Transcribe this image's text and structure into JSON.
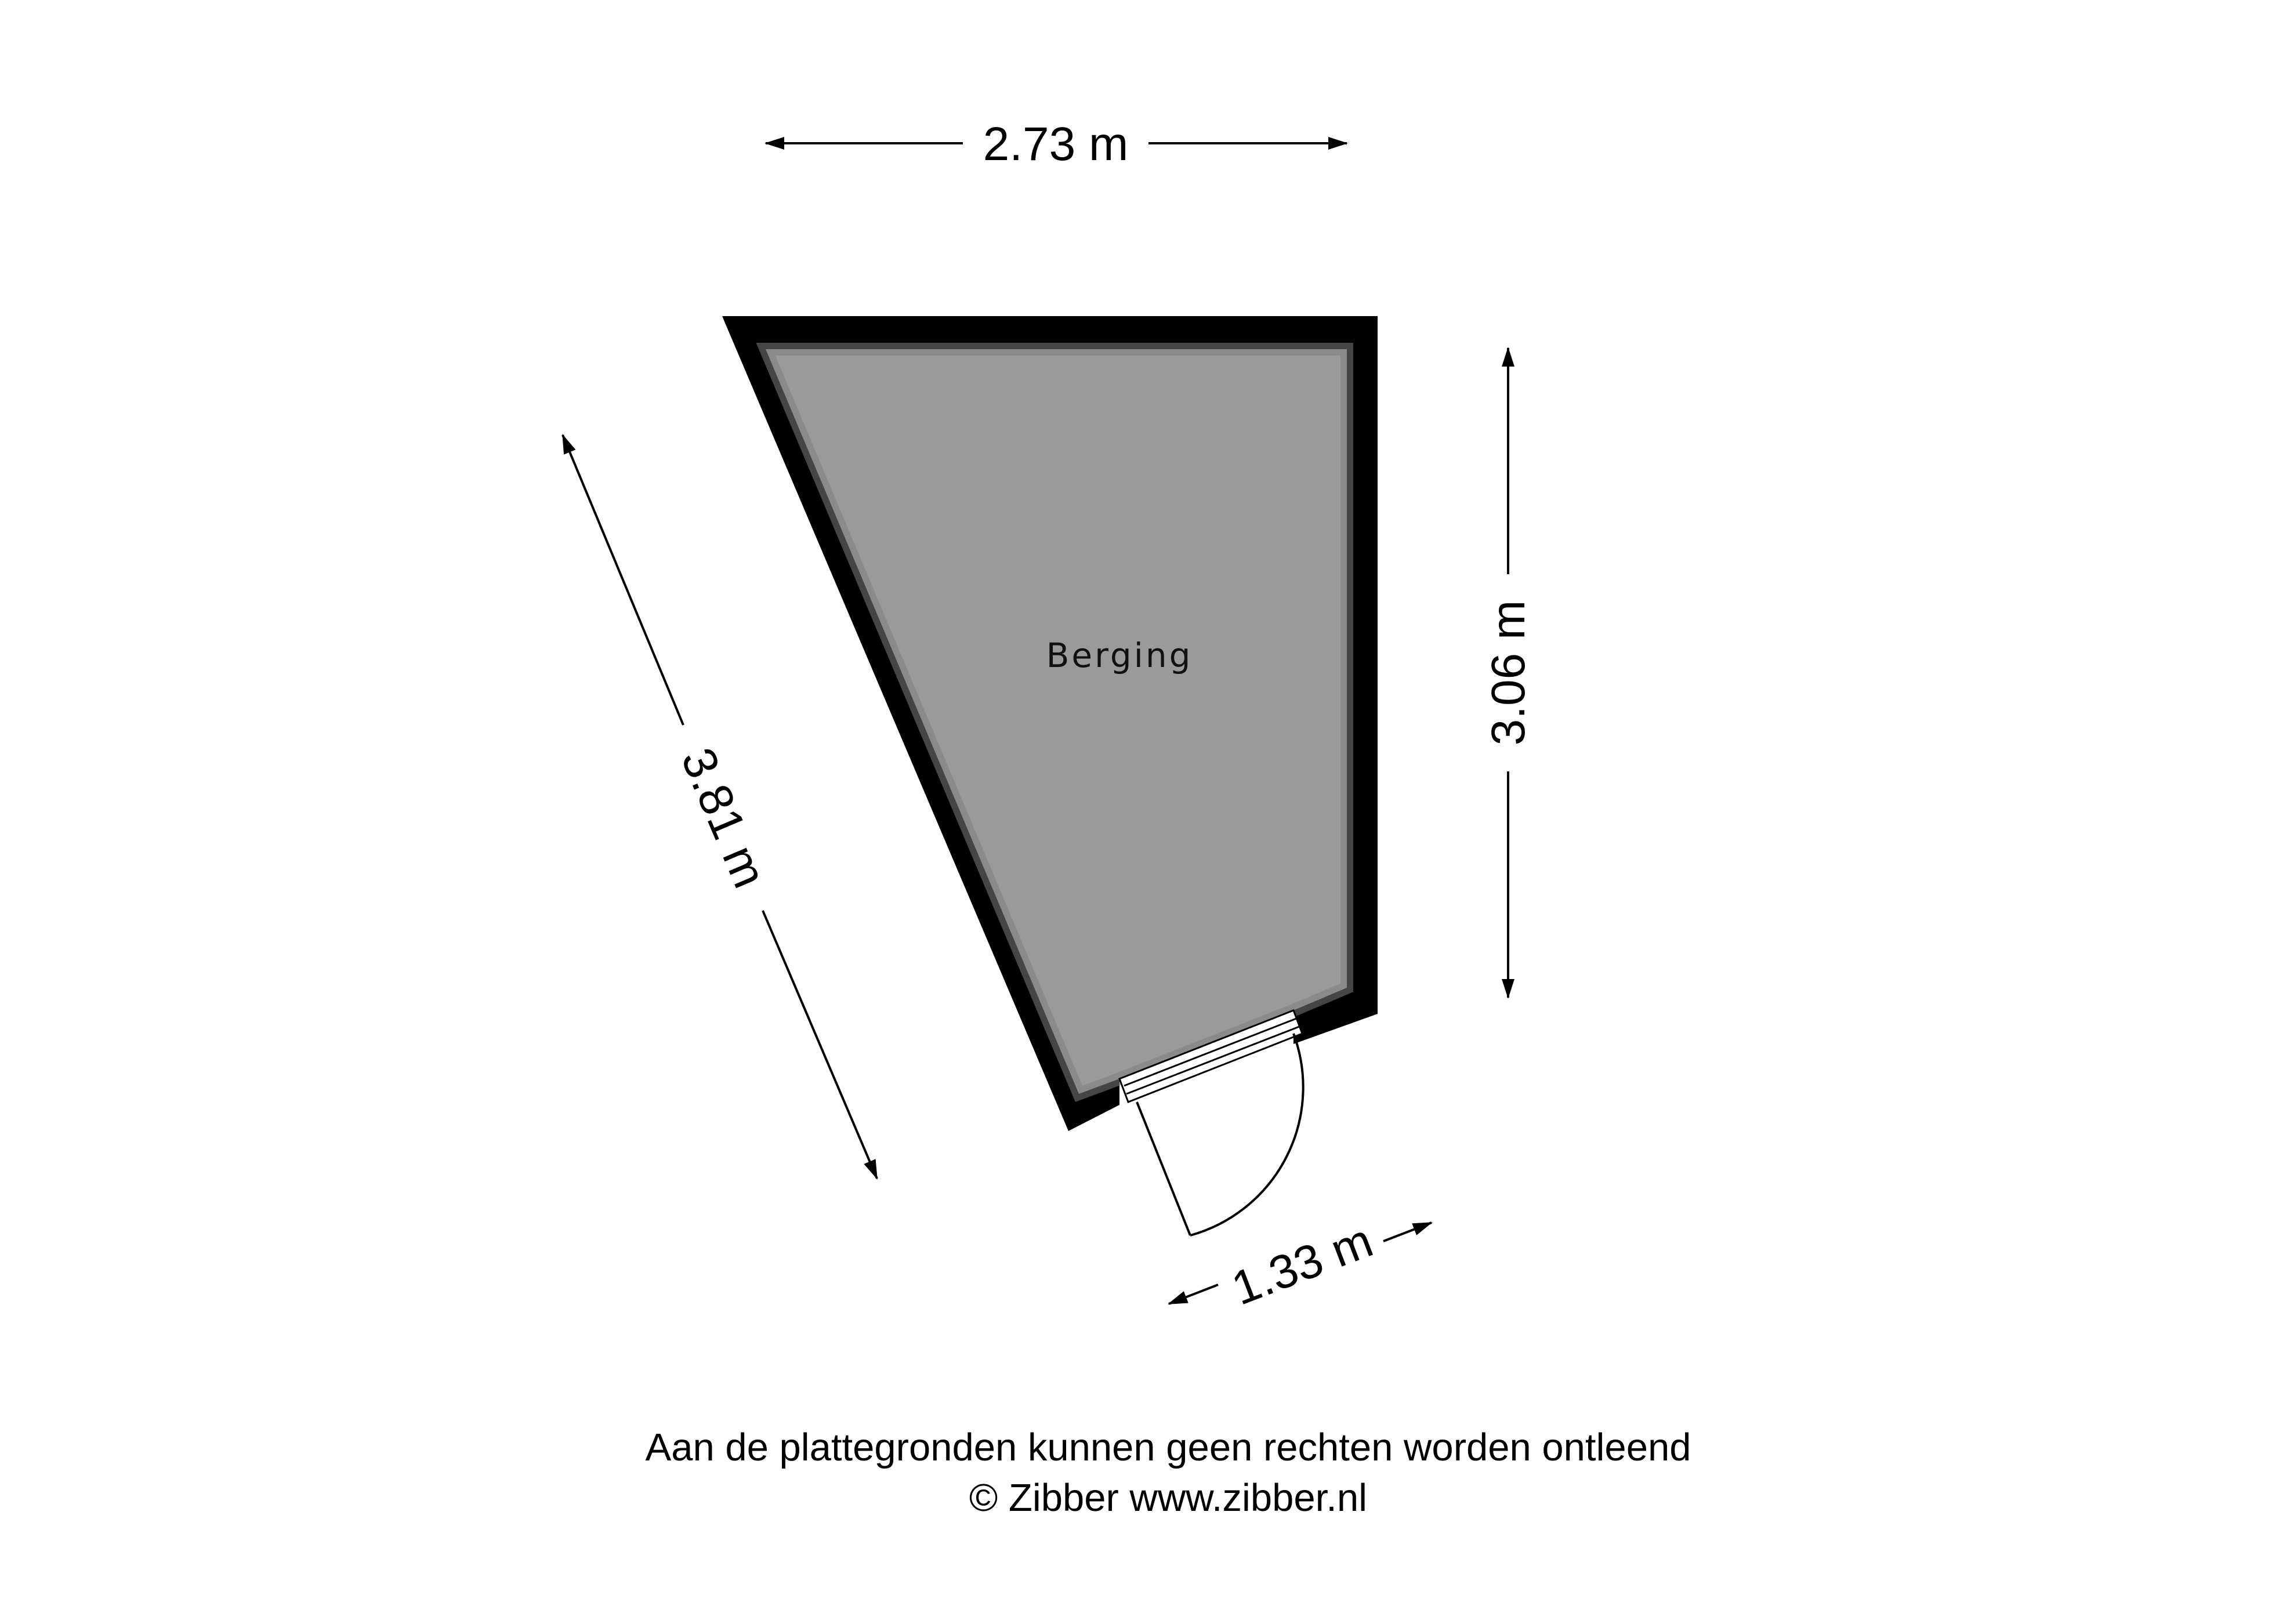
{
  "dimensions": {
    "top_width": "2.73 m",
    "right_height": "3.06 m",
    "left_diagonal": "3.81 m",
    "bottom_door_side": "1.33 m"
  },
  "room": {
    "name": "Berging",
    "fill_color": "#9a9a9a",
    "wall_color": "#000000"
  },
  "footer": {
    "disclaimer": "Aan de plattegronden kunnen geen rechten worden ontleend",
    "copyright": "© Zibber www.zibber.nl"
  }
}
